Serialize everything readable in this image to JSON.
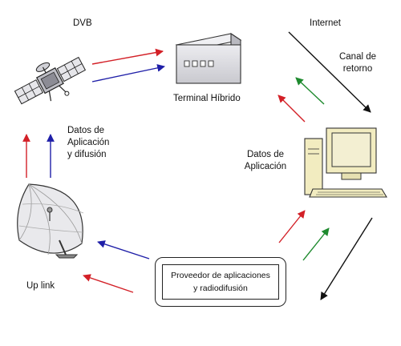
{
  "labels": {
    "dvb": "DVB",
    "internet": "Internet",
    "canal_de_retorno": [
      "Canal de",
      "retorno"
    ],
    "terminal_hibrido": "Terminal Híbrido",
    "datos_aplicacion_difusion": [
      "Datos de",
      "Aplicación",
      "y difusión"
    ],
    "datos_aplicacion": [
      "Datos de",
      "Aplicación"
    ],
    "up_link": "Up link",
    "proveedor": [
      "Proveedor de aplicaciones",
      "y radiodifusión"
    ]
  },
  "colors": {
    "red_arrow": "#d32027",
    "blue_arrow": "#1f1fa8",
    "green_arrow": "#1e8a2e",
    "black_arrow": "#111111",
    "terminal_body": "#d9d9de",
    "monitor_body": "#f2ecc0",
    "monitor_screen": "#f3efd2"
  },
  "icons": [
    "satellite-icon",
    "satellite-dish-icon",
    "hybrid-terminal-icon",
    "desktop-computer-icon"
  ]
}
